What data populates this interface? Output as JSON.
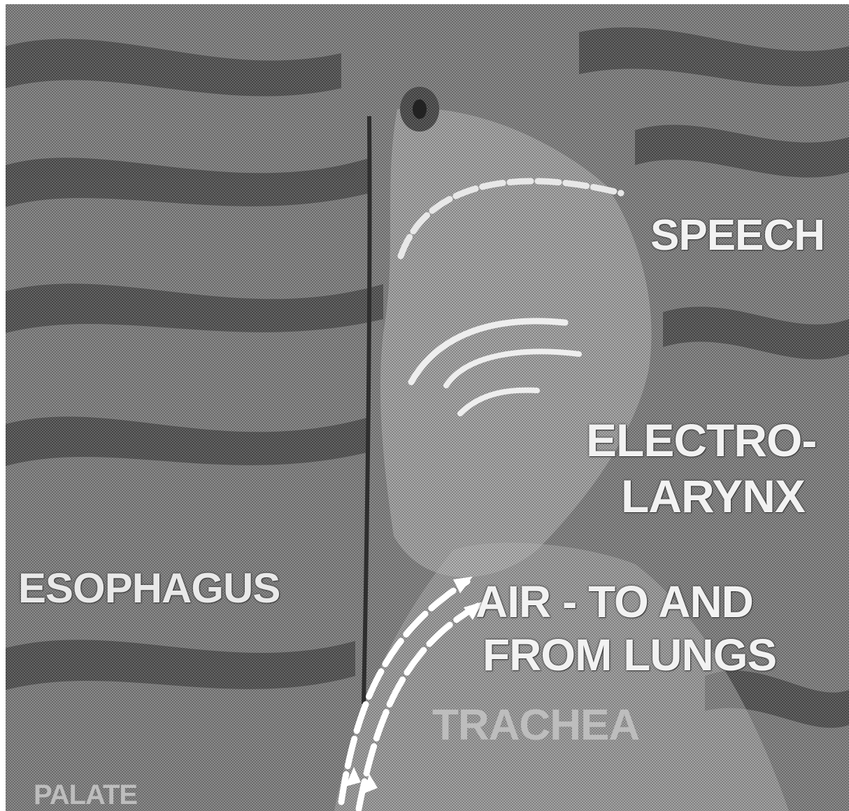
{
  "diagram": {
    "labels": {
      "speech": "SPEECH",
      "electro": "ELECTRO-",
      "larynx": "LARYNX",
      "esophagus": "ESOPHAGUS",
      "air_line1": "AIR - TO AND",
      "air_line2": "FROM LUNGS",
      "trachea": "TRACHEA",
      "bottom_partial": "PALATE"
    }
  },
  "colors": {
    "background": "#6e6e6e",
    "label": "#f2f2f2",
    "arrow": "#ffffff"
  }
}
